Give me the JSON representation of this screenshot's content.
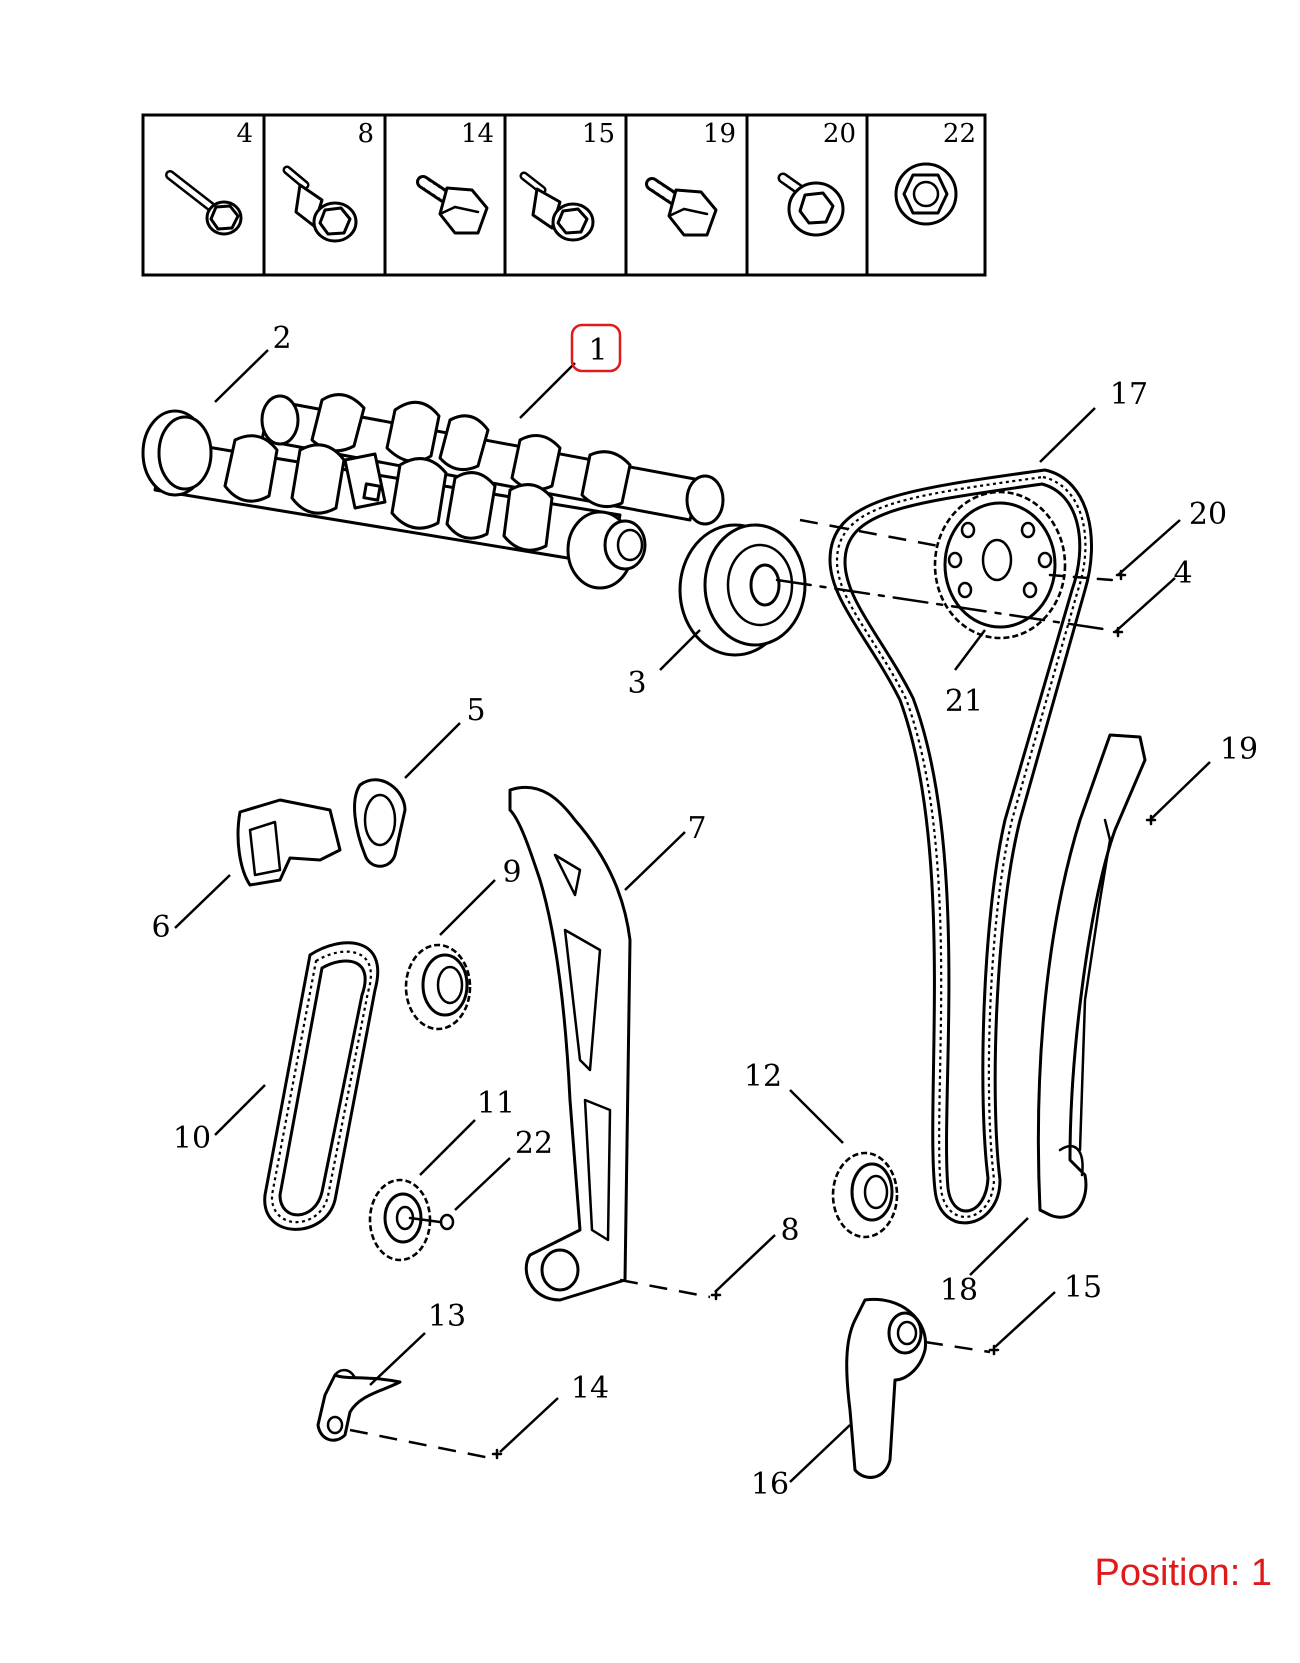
{
  "fastener_header": {
    "cells": [
      {
        "number": "4",
        "icon": "long-flange-bolt-icon"
      },
      {
        "number": "8",
        "icon": "shoulder-bolt-icon"
      },
      {
        "number": "14",
        "icon": "hex-bolt-icon"
      },
      {
        "number": "15",
        "icon": "shoulder-bolt-icon"
      },
      {
        "number": "19",
        "icon": "hex-bolt-icon"
      },
      {
        "number": "20",
        "icon": "washer-bolt-icon"
      },
      {
        "number": "22",
        "icon": "flange-nut-icon"
      }
    ]
  },
  "callouts": {
    "c1": "1",
    "c2": "2",
    "c3": "3",
    "c4": "4",
    "c5": "5",
    "c6": "6",
    "c7": "7",
    "c8": "8",
    "c9": "9",
    "c10": "10",
    "c11": "11",
    "c12": "12",
    "c13": "13",
    "c14": "14",
    "c15": "15",
    "c16": "16",
    "c17": "17",
    "c18": "18",
    "c19": "19",
    "c20": "20",
    "c21": "21",
    "c22": "22"
  },
  "highlight": {
    "callout": "1",
    "color": "#e0191b"
  },
  "position_label": "Position: 1",
  "colors": {
    "line": "#000000",
    "highlight": "#e0191b",
    "background": "#ffffff"
  }
}
